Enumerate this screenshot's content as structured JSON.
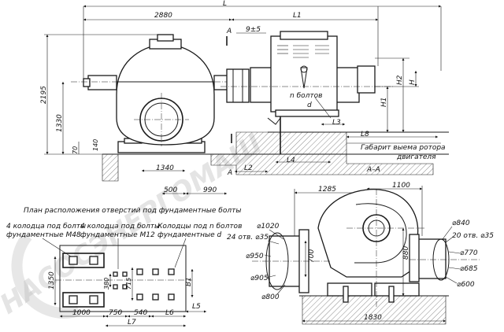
{
  "watermark": "НАСОСЭНЕРГОМАШ",
  "side_view": {
    "dims": {
      "L": "L",
      "L1": "L1",
      "d2880": "2880",
      "d9": "9±5",
      "A1": "A",
      "A2": "A",
      "H": "H",
      "H1": "H1",
      "H2": "H2",
      "d2195": "2195",
      "d1330": "1330",
      "d70": "70",
      "d140": "140",
      "d1340": "1340",
      "d500": "500",
      "d990": "990",
      "L2": "L2",
      "L3": "L3",
      "L4": "L4",
      "L8": "L8"
    },
    "notes": {
      "n_bolts_1": "n болтов",
      "n_bolts_2": "d",
      "rotor_1": "Габарит выема ротора",
      "rotor_2": "двигателя"
    }
  },
  "section": {
    "title": "А–А",
    "dims": {
      "d1285": "1285",
      "d1100": "1100",
      "dia1020": "⌀1020",
      "bolts24": "24 отв. ⌀35",
      "dia950": "⌀950",
      "dia905": "⌀905",
      "dia800": "⌀800",
      "d700": "700",
      "d880": "880",
      "dia840": "⌀840",
      "bolts20": "20 отв. ⌀35",
      "dia770": "⌀770",
      "dia685": "⌀685",
      "dia600": "⌀600",
      "d1830": "1830"
    }
  },
  "plan": {
    "title": "План расположения отверстий под фундаментные болты",
    "label_m48_1": "4 колодца под болты",
    "label_m48_2": "фундаментные М48",
    "label_m12_1": "4 колодца под болты",
    "label_m12_2": "фундаментные М12",
    "label_n_1": "Колодцы под n болтов",
    "label_n_2": "фундаментные d",
    "dims": {
      "d1350": "1350",
      "d380": "380",
      "d715": "715",
      "B1": "B1",
      "L5": "L5",
      "L6": "L6",
      "L7": "L7",
      "d1000": "1000",
      "d750": "750",
      "d540": "540"
    }
  }
}
